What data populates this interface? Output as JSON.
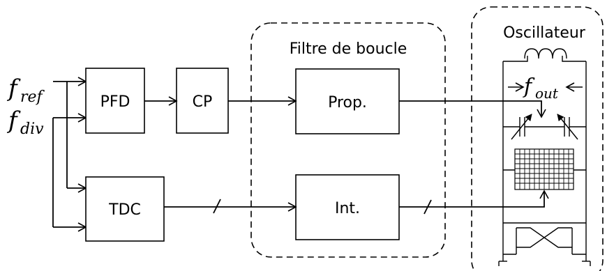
{
  "diagram": {
    "inputs": {
      "f_ref": {
        "base": "f",
        "sub": "ref"
      },
      "f_div": {
        "base": "f",
        "sub": "div"
      }
    },
    "blocks": {
      "pfd": "PFD",
      "cp": "CP",
      "tdc": "TDC",
      "prop": "Prop.",
      "int": "Int."
    },
    "groups": {
      "loop_filter": "Filtre de boucle",
      "oscillator": "Oscillateur"
    },
    "output": {
      "base": "f",
      "sub": "out"
    }
  }
}
